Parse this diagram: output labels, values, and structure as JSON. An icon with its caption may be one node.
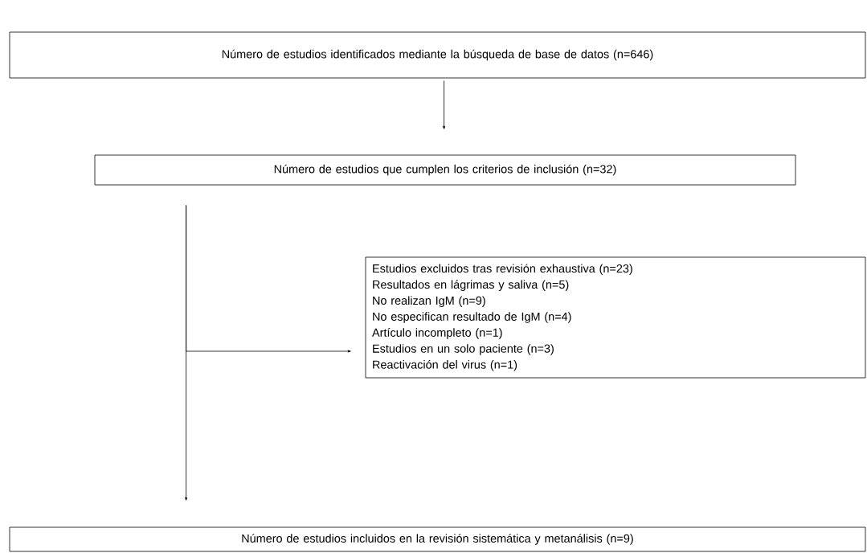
{
  "diagram": {
    "nodes": [
      {
        "text": [
          "Número de estudios identificados mediante la búsqueda de base de datos (n=646)"
        ]
      },
      {
        "text": [
          "Número de estudios que cumplen los criterios de inclusión (n=32)"
        ]
      },
      {
        "text": [
          "Estudios excluidos tras revisión exhaustiva (n=23)",
          "Resultados en lágrimas y saliva (n=5)",
          "No realizan IgM (n=9)",
          "No especifican resultado de IgM (n=4)",
          "Artículo incompleto (n=1)",
          "Estudios en un solo paciente (n=3)",
          "Reactivación del virus (n=1)"
        ]
      },
      {
        "text": [
          "Número de estudios incluidos en la revisión sistemática y metanálisis (n=9)"
        ]
      }
    ],
    "edges": [
      {
        "from": 0,
        "to": 1,
        "arrow": "to"
      },
      {
        "from": 1,
        "to": 2,
        "arrow": "to"
      },
      {
        "from": 1,
        "to": 3,
        "arrow": "to"
      }
    ]
  }
}
